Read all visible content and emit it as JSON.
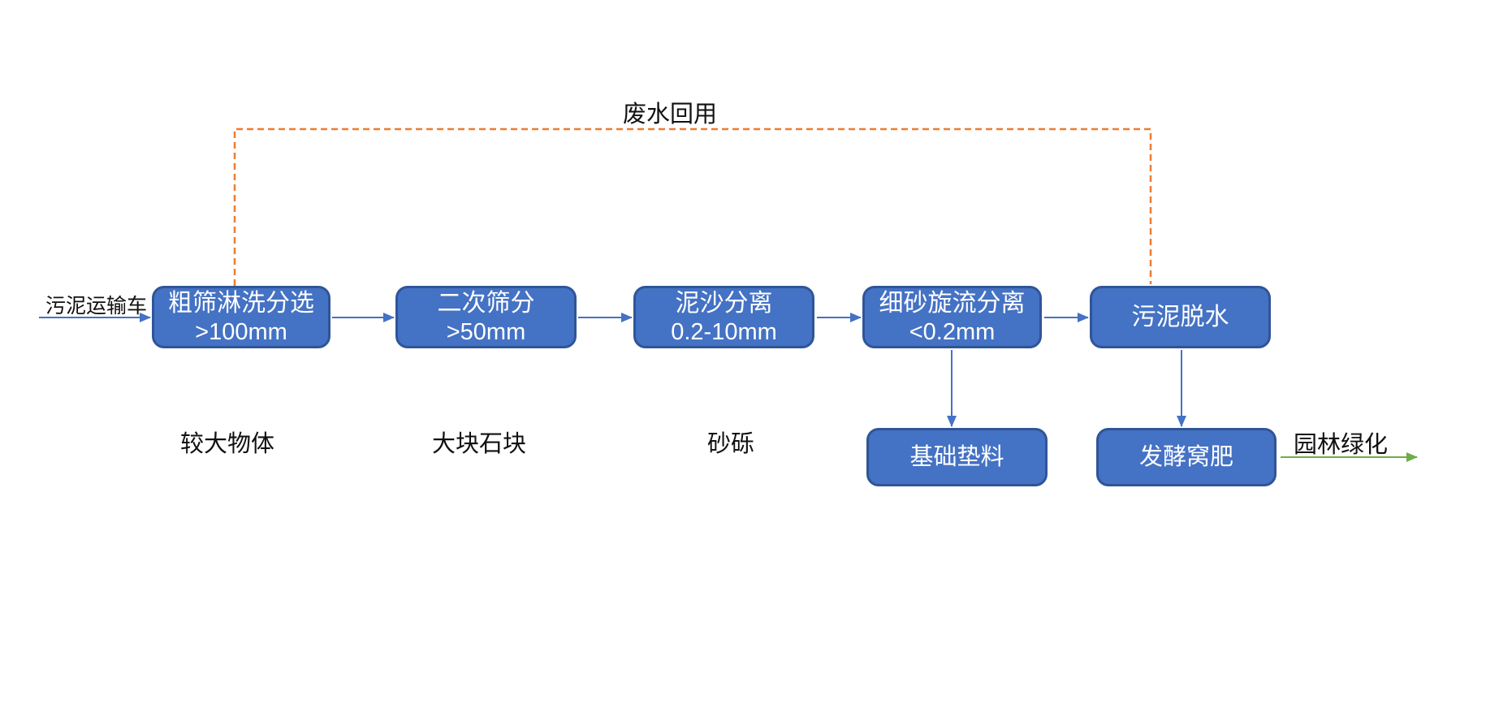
{
  "diagram": {
    "type": "flowchart",
    "subject": "sludge treatment process flow"
  },
  "labels": {
    "input": "污泥运输车",
    "recycle": "废水回用",
    "byproduct_1": "较大物体",
    "byproduct_2": "大块石块",
    "byproduct_3": "砂砾",
    "output": "园林绿化"
  },
  "process_boxes": [
    {
      "line1": "粗筛淋洗分选",
      "line2": ">100mm"
    },
    {
      "line1": "二次筛分",
      "line2": ">50mm"
    },
    {
      "line1": "泥沙分离",
      "line2": "0.2-10mm"
    },
    {
      "line1": "细砂旋流分离",
      "line2": "<0.2mm"
    },
    {
      "line1": "污泥脱水",
      "line2": ""
    }
  ],
  "product_boxes": [
    {
      "label": "基础垫料"
    },
    {
      "label": "发酵窝肥"
    }
  ],
  "colors": {
    "box_fill": "#4472C4",
    "box_border": "#2F5597",
    "box_text": "#FFFFFF",
    "flow_arrow": "#4472C4",
    "recycle_dashed_line": "#ED7D31",
    "output_arrow": "#70AD47",
    "label_text": "#111111",
    "background": "#FFFFFF"
  }
}
